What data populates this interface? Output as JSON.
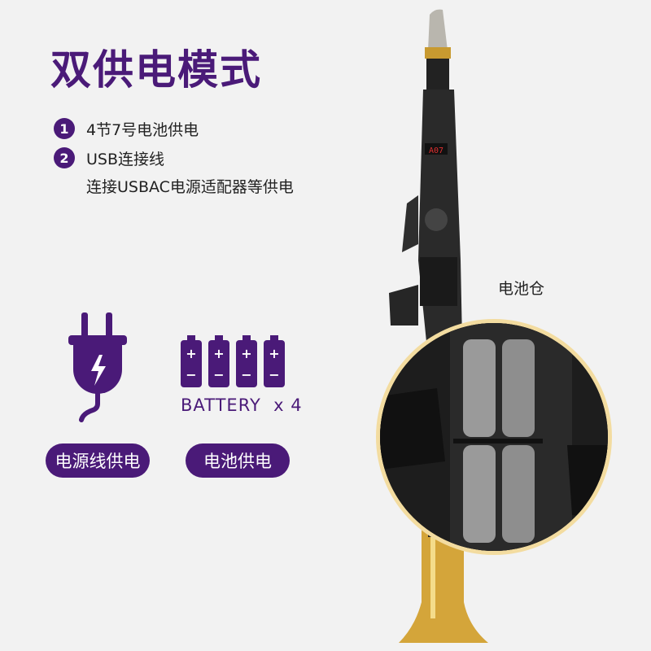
{
  "title": "双供电模式",
  "features": [
    {
      "num": "1",
      "text": "4节7号电池供电"
    },
    {
      "num": "2",
      "text": "USB连接线"
    }
  ],
  "feature_sub": "连接USBAC电源适配器等供电",
  "battery_label": "BATTERY  x 4",
  "pills": {
    "power_cord": "电源线供电",
    "battery": "电池供电"
  },
  "compartment_label": "电池仓",
  "display_readout": "A07",
  "colors": {
    "brand": "#4a1a78",
    "background": "#f2f2f2",
    "zoom_ring": "#f3dca0",
    "brass": "#d4a53a"
  }
}
